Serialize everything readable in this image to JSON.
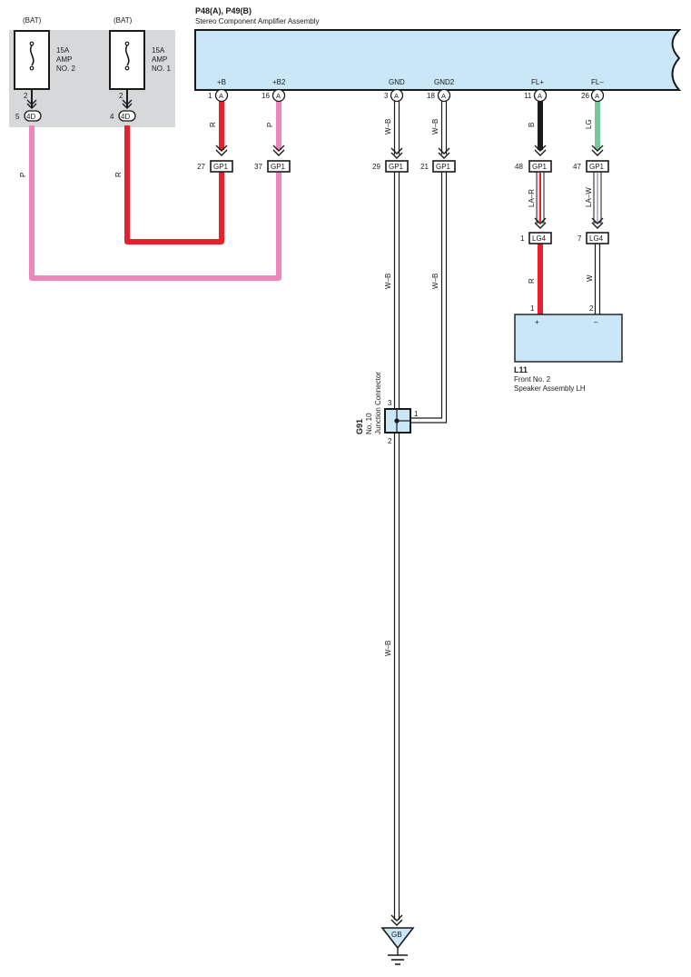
{
  "amplifier": {
    "id": "P48(A), P49(B)",
    "name": "Stereo Component Amplifier Assembly",
    "pins": [
      {
        "name": "+B",
        "num": "1",
        "conn": "A"
      },
      {
        "name": "+B2",
        "num": "16",
        "conn": "A"
      },
      {
        "name": "GND",
        "num": "3",
        "conn": "A"
      },
      {
        "name": "GND2",
        "num": "18",
        "conn": "A"
      },
      {
        "name": "FL+",
        "num": "11",
        "conn": "A"
      },
      {
        "name": "FL–",
        "num": "26",
        "conn": "A"
      }
    ]
  },
  "fuses": [
    {
      "source": "(BAT)",
      "rating": "15A",
      "line1": "AMP",
      "line2": "NO. 2",
      "pin": "2",
      "conn_num": "5",
      "conn": "4D"
    },
    {
      "source": "(BAT)",
      "rating": "15A",
      "line1": "AMP",
      "line2": "NO. 1",
      "pin": "2",
      "conn_num": "4",
      "conn": "4D"
    }
  ],
  "wires": {
    "fuse2_out": "P",
    "fuse1_out": "R",
    "b_plus": "R",
    "b2": "P",
    "gnd_a": "W–B",
    "gnd_b": "W–B",
    "gnd_c": "W–B",
    "gnd2_a": "W–B",
    "gnd2_b": "W–B",
    "fl_plus_a": "B",
    "fl_plus_b": "LA–R",
    "fl_plus_c": "R",
    "fl_minus_a": "LG",
    "fl_minus_b": "LA–W",
    "fl_minus_c": "W",
    "ground_main": "W–B"
  },
  "gp1": [
    {
      "num": "27",
      "label": "GP1"
    },
    {
      "num": "37",
      "label": "GP1"
    },
    {
      "num": "29",
      "label": "GP1"
    },
    {
      "num": "21",
      "label": "GP1"
    },
    {
      "num": "48",
      "label": "GP1"
    },
    {
      "num": "47",
      "label": "GP1"
    }
  ],
  "lg4": [
    {
      "num": "1",
      "label": "LG4"
    },
    {
      "num": "7",
      "label": "LG4"
    }
  ],
  "speaker": {
    "id": "L11",
    "name_line1": "Front No.  2",
    "name_line2": "Speaker Assembly LH",
    "pin1": "1",
    "pin2": "2",
    "plus": "+",
    "minus": "–"
  },
  "junction": {
    "id": "G91",
    "line1": "No. 10",
    "line2": "Junction Connector",
    "pin_top": "3",
    "pin_bottom": "2",
    "pin_side": "1"
  },
  "ground": {
    "label": "GB"
  },
  "colors": {
    "red": "#e8202a",
    "pink": "#ee86b8",
    "black": "#1a1a1a",
    "green": "#78c79c",
    "body_fill": "#c9e7f6",
    "fuse_area": "#d7d8da"
  }
}
